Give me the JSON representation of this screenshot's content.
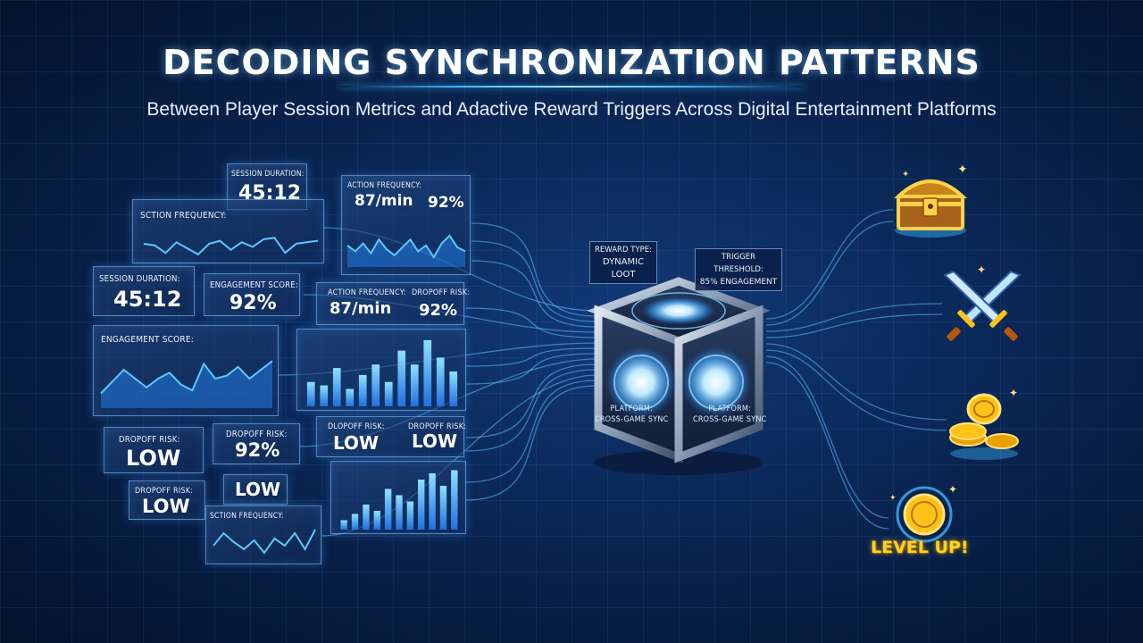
{
  "header": {
    "title": "DECODING SYNCHRONIZATION PATTERNS",
    "subtitle": "Between Player Session Metrics and Adactive Reward Triggers Across Digital Entertainment Platforms"
  },
  "metric_panels": {
    "p1": {
      "label": "SESSION DURATION:",
      "value": "45:12"
    },
    "p2": {
      "label": "SCTION FREQUENCY:"
    },
    "p3": {
      "label": "ACTION FREQUENCY:",
      "value_a": "87/min",
      "value_b": "92%"
    },
    "p4": {
      "label": "SESSION DURATION:",
      "value": "45:12"
    },
    "p5": {
      "label": "ENGAGEMENT SCORE:",
      "value": "92%"
    },
    "p6": {
      "label_a": "ACTION FREQUENCY:",
      "label_b": "DROPOFF RISK:",
      "value_a": "87/min",
      "value_b": "92%"
    },
    "p7": {
      "label": "ENGAGEMENT SCORE:"
    },
    "p9": {
      "label": "DROPOFF RISK:",
      "value": "LOW"
    },
    "p10": {
      "label": "DROPOFF RISK:",
      "value": "92%"
    },
    "p11": {
      "label_a": "DLOPOFF RISK:",
      "label_b": "DROPOFF RISK:",
      "value_a": "LOW",
      "value_b": "LOW"
    },
    "p12": {
      "label": "DROPOFF RISK:",
      "value": "LOW"
    },
    "p13": {
      "value": "LOW"
    },
    "p14": {
      "label": "SCTION FREQUENCY:"
    }
  },
  "hub": {
    "tag_left": {
      "line1": "REWARD TYPE:",
      "line2": "DYNAMIC LOOT"
    },
    "tag_right": {
      "line1": "TRIGGER THRESHOLD:",
      "line2": "85% ENGAGEMENT"
    },
    "face_left": {
      "line1": "PLATFORM:",
      "line2": "CROSS-GAME SYNC"
    },
    "face_right": {
      "line1": "PLATFORM:",
      "line2": "CROSS-GAME SYNC"
    }
  },
  "rewards": {
    "items": [
      "treasure-chest-icon",
      "crossed-swords-icon",
      "gold-coins-icon",
      "level-coin-icon"
    ],
    "level_up_label": "LEVEL UP!"
  },
  "colors": {
    "background": "#0b2a5c",
    "accent": "#3fb6ff",
    "gold": "#ffc21a",
    "text": "#ffffff"
  }
}
